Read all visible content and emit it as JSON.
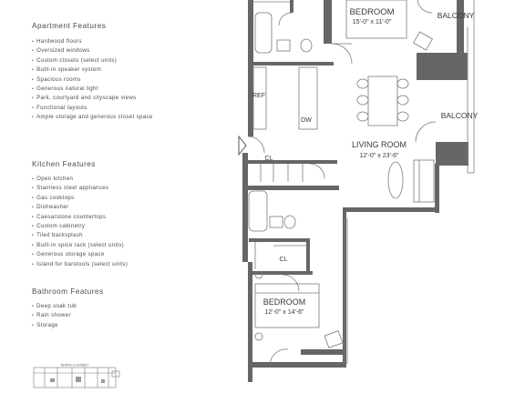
{
  "apartment_features": {
    "title": "Apartment Features",
    "items": [
      "Hardwood floors",
      "Oversized windows",
      "Custom closets (select units)",
      "Built-in speaker system",
      "Spacious rooms",
      "Generous natural light",
      "Park, courtyard and cityscape views",
      "Functional layouts",
      "Ample storage and generous closet space"
    ]
  },
  "kitchen_features": {
    "title": "Kitchen Features",
    "items": [
      "Open kitchen",
      "Stainless steel appliances",
      "Gas cooktops",
      "Dishwasher",
      "Caesarstone countertops",
      "Custom cabinetry",
      "Tiled backsplash",
      "Built-in spice rack (select units)",
      "Generous storage space",
      "Island for barstools (select units)"
    ]
  },
  "bathroom_features": {
    "title": "Bathroom Features",
    "items": [
      "Deep soak tub",
      "Rain shower",
      "Storage"
    ]
  },
  "floorplan": {
    "bedroom1": {
      "name": "BEDROOM",
      "dims": "15'-0\" x 11'-0\""
    },
    "balcony1": "BALCONY",
    "balcony2": "BALCONY",
    "living": {
      "name": "LIVING ROOM",
      "dims": "12'-0\" x 23'-6\""
    },
    "bedroom2": {
      "name": "BEDROOM",
      "dims": "12'-0\" x 14'-6\""
    },
    "ref": "REF",
    "dw": "DW",
    "cl1": "CL",
    "cl2": "CL"
  },
  "site_plan": {
    "street": "NORTH 11 STREET"
  },
  "colors": {
    "wall": "#6b6b6b",
    "wall_dark": "#555555",
    "line": "#8a8a8a",
    "text": "#3a3a3a"
  }
}
